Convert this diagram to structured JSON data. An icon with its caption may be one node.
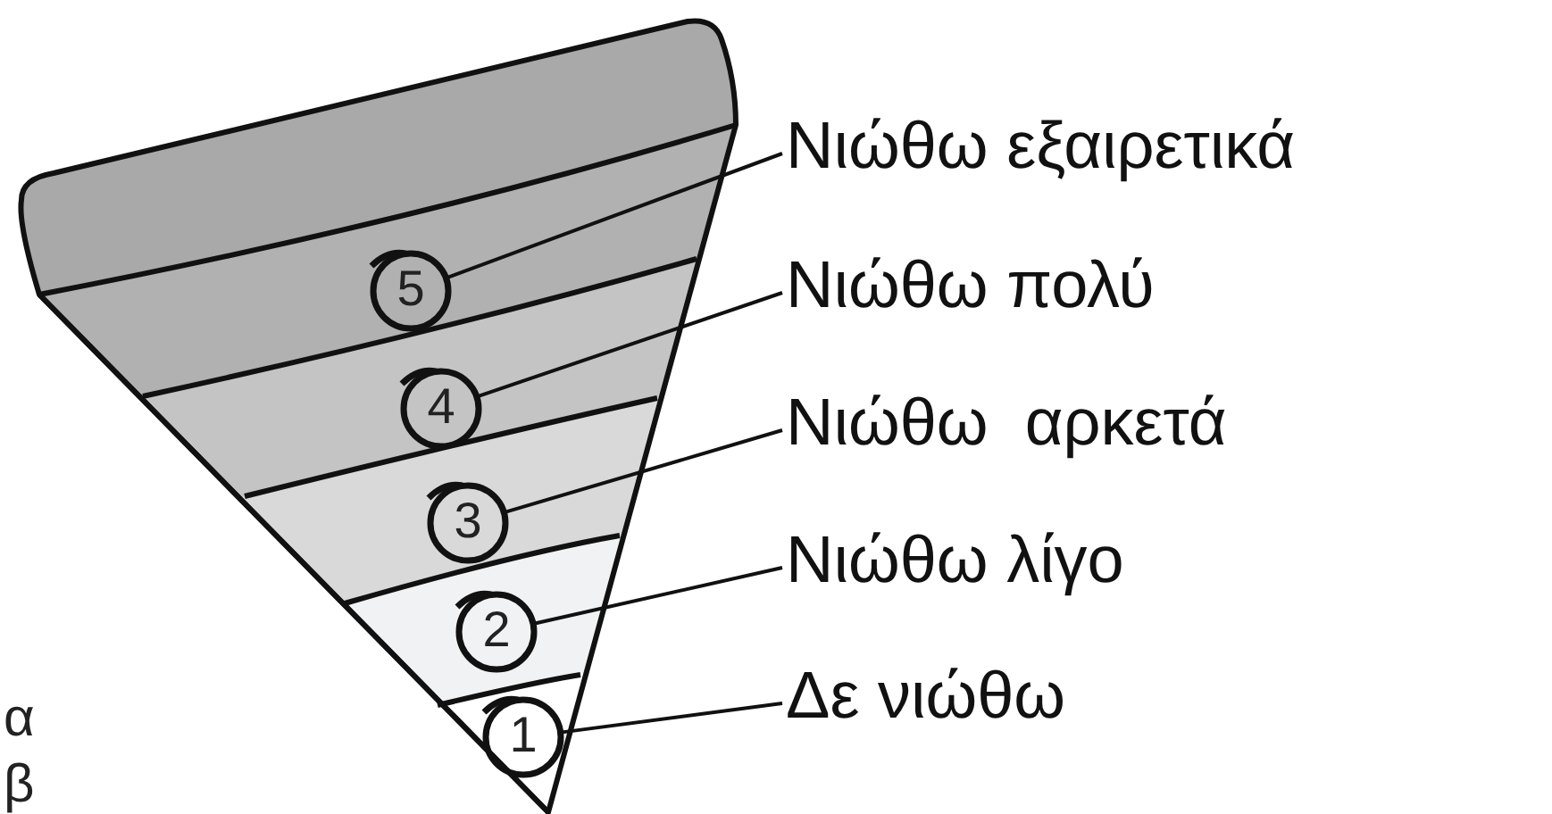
{
  "diagram": {
    "nodes": [
      {
        "text": [
          "5"
        ]
      },
      {
        "text": [
          "4"
        ]
      },
      {
        "text": [
          "3"
        ]
      },
      {
        "text": [
          "2"
        ]
      },
      {
        "text": [
          "1"
        ]
      },
      {
        "text": [
          "Νιώθω εξαιρετικά"
        ]
      },
      {
        "text": [
          "Νιώθω πολύ"
        ]
      },
      {
        "text": [
          "Νιώθω  αρκετά"
        ]
      },
      {
        "text": [
          "Νιώθω λίγο"
        ]
      },
      {
        "text": [
          "Δε νιώθω"
        ]
      }
    ],
    "edges": [
      {
        "from": 5,
        "to": 0,
        "arrow": "none"
      },
      {
        "from": 6,
        "to": 1,
        "arrow": "none"
      },
      {
        "from": 7,
        "to": 2,
        "arrow": "none"
      },
      {
        "from": 8,
        "to": 3,
        "arrow": "none"
      },
      {
        "from": 9,
        "to": 4,
        "arrow": "none"
      }
    ],
    "labels": [
      "α",
      "β"
    ]
  }
}
